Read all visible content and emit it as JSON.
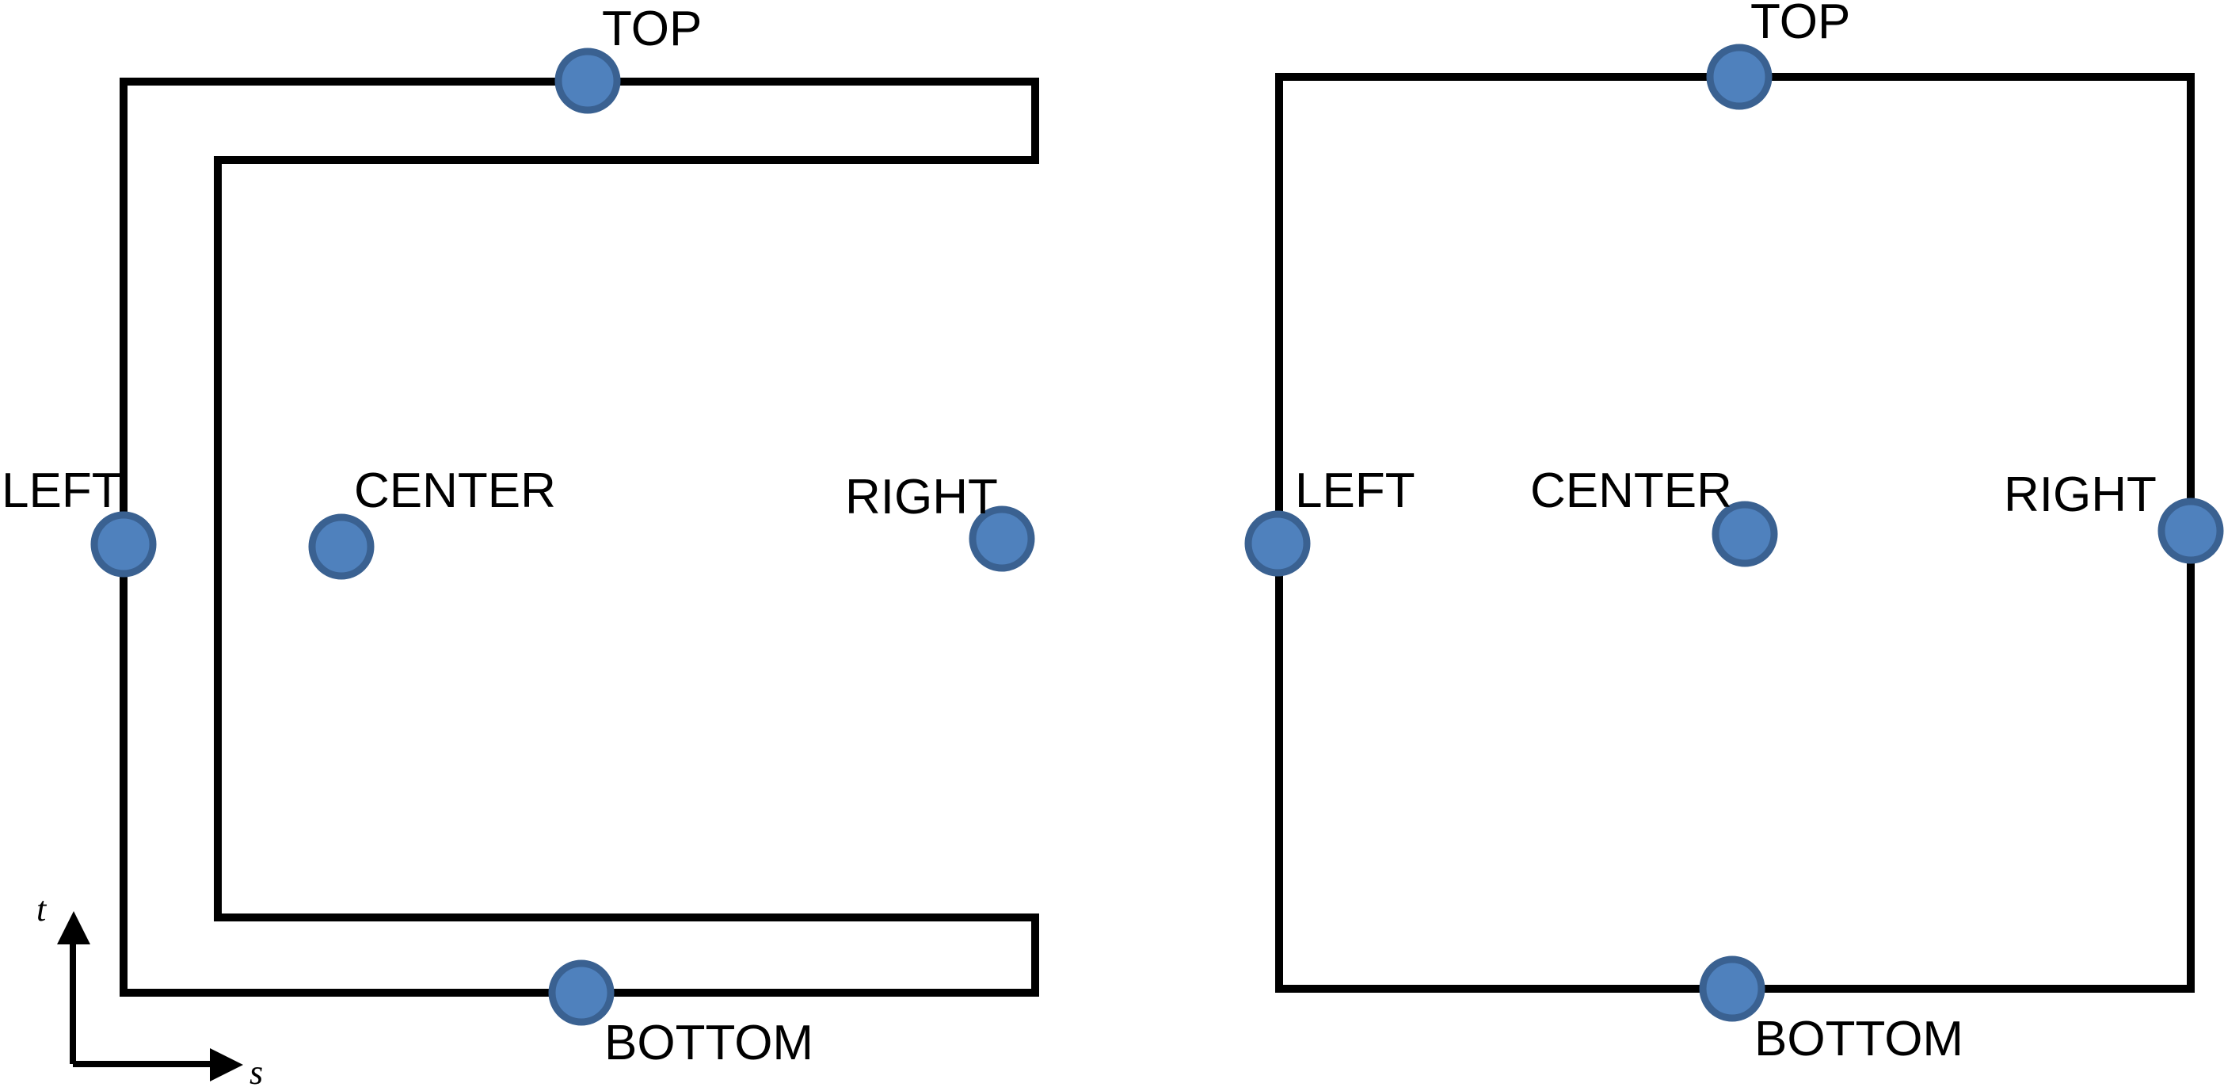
{
  "figure": {
    "background_color": "#ffffff",
    "outline_color": "#000000",
    "point_marker": {
      "fill_color": "#4F81BD",
      "border_color": "#3A6191"
    },
    "axes": {
      "vertical_axis_label": "t",
      "horizontal_axis_label": "s"
    },
    "c_shape": {
      "labels": {
        "top": "TOP",
        "left": "LEFT",
        "center": "CENTER",
        "right": "RIGHT",
        "bottom": "BOTTOM"
      }
    },
    "square": {
      "labels": {
        "top": "TOP",
        "left": "LEFT",
        "center": "CENTER",
        "right": "RIGHT",
        "bottom": "BOTTOM"
      }
    }
  }
}
